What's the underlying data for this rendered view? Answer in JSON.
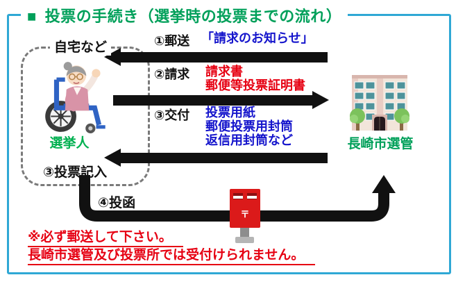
{
  "title": {
    "bullet": "■",
    "text": "投票の手続き（選挙時の投票までの流れ）",
    "color": "#00A05A"
  },
  "frame": {
    "border_color": "#2FA8D5"
  },
  "home_box": {
    "label": "自宅など",
    "caption": "選挙人",
    "caption_color": "#00B050",
    "write_step_label": "③投票記入"
  },
  "steps": [
    {
      "label": "①郵送",
      "arrow_direction": "left",
      "items": [
        {
          "text": "「請求のお知らせ」",
          "color": "#1414CC"
        }
      ]
    },
    {
      "label": "②請求",
      "arrow_direction": "right",
      "items": [
        {
          "text": "請求書",
          "color": "#E60012"
        },
        {
          "text": "郵便等投票証明書",
          "color": "#E60012"
        }
      ]
    },
    {
      "label": "③交付",
      "arrow_direction": "left",
      "items": [
        {
          "text": "投票用紙",
          "color": "#1414CC"
        },
        {
          "text": "郵便投票用封筒",
          "color": "#1414CC"
        },
        {
          "text": "返信用封筒など",
          "color": "#1414CC"
        }
      ]
    }
  ],
  "office": {
    "label": "長崎市選管",
    "label_color": "#00A05A"
  },
  "mail_step": {
    "label": "④投函",
    "postal_mark": "〒",
    "postbox_color": "#DB1A1A",
    "route_color": "#111111"
  },
  "notes": {
    "line1": "※必ず郵送して下さい。",
    "line2": "長崎市選管及び投票所では受付けられません。",
    "color": "#E60012"
  },
  "icons": {
    "person": "person-in-wheelchair-icon",
    "office": "building-icon",
    "mailbox": "postbox-icon"
  }
}
